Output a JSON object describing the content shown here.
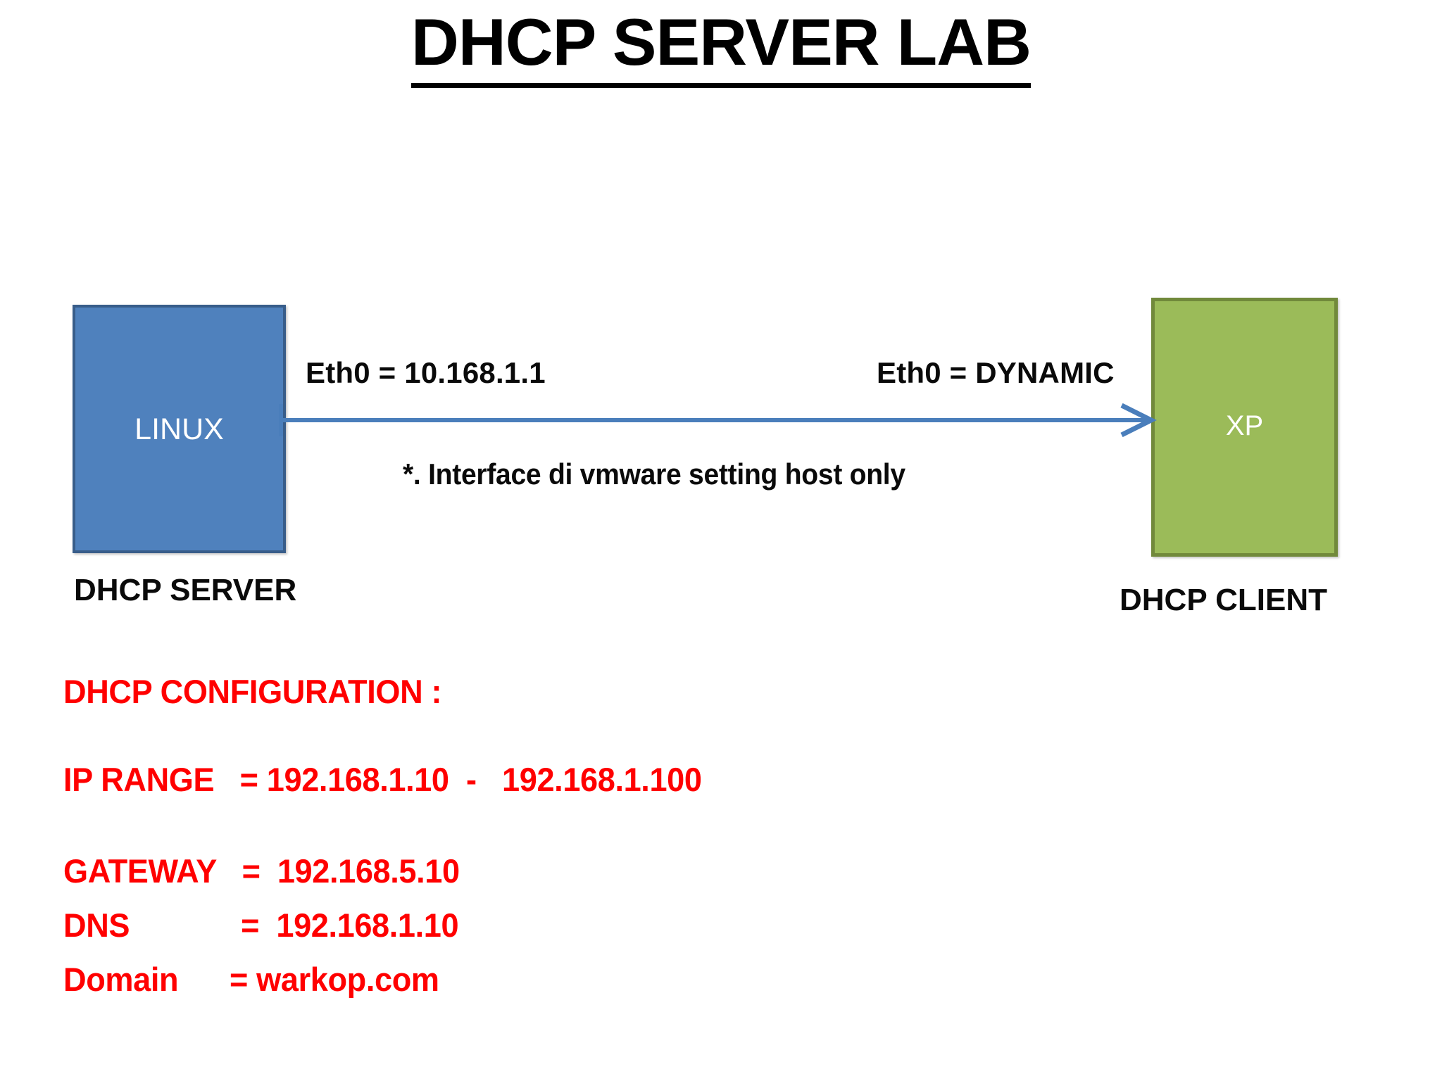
{
  "slide": {
    "title": "DHCP SERVER LAB",
    "background_color": "#FFFFFF"
  },
  "diagram": {
    "server_node": {
      "label": "LINUX",
      "caption": "DHCP SERVER",
      "fill_color": "#4F81BD",
      "border_color": "#385D8A",
      "text_color": "#FFFFFF"
    },
    "client_node": {
      "label": "XP",
      "caption": "DHCP CLIENT",
      "fill_color": "#9BBB59",
      "border_color": "#71893B",
      "text_color": "#FFFFFF"
    },
    "connector": {
      "color": "#4A7EBB",
      "direction": "server-to-client",
      "arrow": "open-arrowhead"
    },
    "left_interface_label": "Eth0 = 10.168.1.1",
    "right_interface_label": "Eth0 = DYNAMIC",
    "note": "*. Interface di vmware setting host only"
  },
  "configuration": {
    "heading": "DHCP CONFIGURATION :",
    "accent_color": "#FF0000",
    "lines": [
      {
        "key": "IP RANGE",
        "text": "IP RANGE   = 192.168.1.10  -   192.168.1.100"
      },
      {
        "key": "GATEWAY",
        "text": "GATEWAY   =  192.168.5.10"
      },
      {
        "key": "DNS",
        "text": "DNS             =  192.168.1.10"
      },
      {
        "key": "Domain",
        "text": "Domain      = warkop.com"
      }
    ]
  }
}
